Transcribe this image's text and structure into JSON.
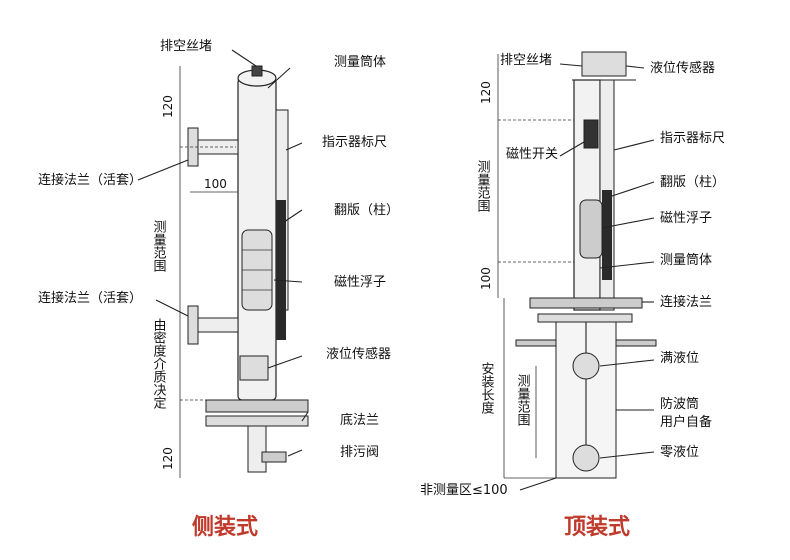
{
  "left": {
    "caption": "侧装式",
    "labels": {
      "vent_plug": "排空丝堵",
      "measure_tube": "测量筒体",
      "indicator_scale": "指示器标尺",
      "flap_column": "翻版（柱）",
      "connect_flange_top": "连接法兰（活套）",
      "magnetic_float": "磁性浮子",
      "connect_flange_bottom": "连接法兰（活套）",
      "level_sensor": "液位传感器",
      "bottom_flange": "底法兰",
      "drain_valve": "排污阀"
    },
    "dims": {
      "top_120": "120",
      "width_100": "100",
      "range": "测量范围",
      "medium_density": "由密度介质决定",
      "bottom_120": "120"
    }
  },
  "right": {
    "caption": "顶装式",
    "labels": {
      "vent_plug": "排空丝堵",
      "level_sensor": "液位传感器",
      "indicator_scale": "指示器标尺",
      "magnetic_switch": "磁性开关",
      "flap_column": "翻版（柱）",
      "magnetic_float": "磁性浮子",
      "measure_tube": "测量筒体",
      "connect_flange": "连接法兰",
      "full_level": "满液位",
      "wave_tube": "防波筒",
      "user_prepared": "用户自备",
      "zero_level": "零液位",
      "non_measure": "非测量区≤100"
    },
    "dims": {
      "top_120": "120",
      "range": "测量范围",
      "gap_100": "100",
      "install_length": "安装长度",
      "range2": "测量范围"
    }
  }
}
